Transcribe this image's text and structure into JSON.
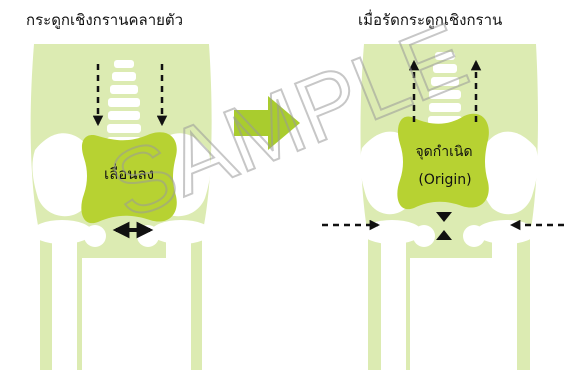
{
  "panels": {
    "left": {
      "title": "กระดูกเชิงกรานคลายตัว",
      "pelvis_label": "เลื่อนลง"
    },
    "right": {
      "title": "เมื่อรัดกระดูกเชิงกราน",
      "pelvis_label": "จุดกำเนิด",
      "pelvis_sublabel": "(Origin)"
    }
  },
  "watermark": "SAMPLE",
  "colors": {
    "body_light": "#dcebb2",
    "pelvis_green": "#b7d232",
    "pelvis_dark": "#9bb928",
    "bone": "#ffffff",
    "arrow_green": "#a9cc2e",
    "arrow_black": "#111111"
  }
}
